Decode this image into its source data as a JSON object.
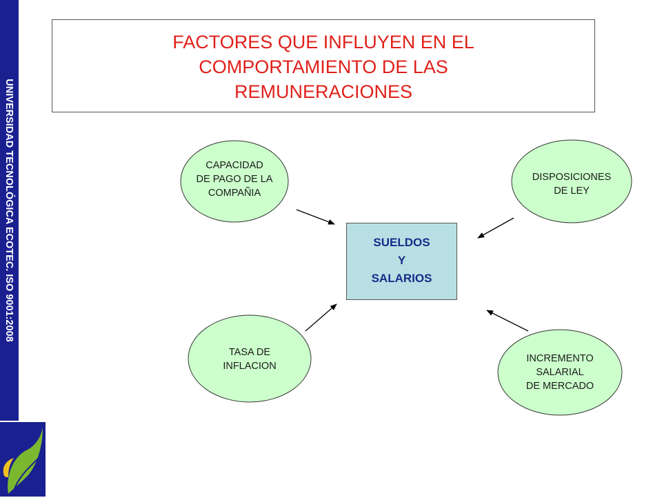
{
  "sidebar": {
    "text": "UNIVERSIDAD TECNOLÓGICA ECOTEC. ISO 9001:2008"
  },
  "title": "FACTORES QUE INFLUYEN EN EL\nCOMPORTAMIENTO DE LAS\nREMUNERACIONES",
  "center": "SUELDOS\nY\nSALARIOS",
  "factors": {
    "capacidad": "CAPACIDAD\nDE PAGO DE LA\nCOMPAÑIA",
    "disposiciones": "DISPOSICIONES\nDE LEY",
    "tasa": "TASA DE\nINFLACION",
    "incremento": "INCREMENTO\nSALARIAL\nDE MERCADO"
  },
  "colors": {
    "sidebar": "#1a2090",
    "title_text": "#e0201a",
    "ellipse_fill": "#ccffcc",
    "center_fill": "#b8e0e4",
    "center_text": "#1a2a8a",
    "logo_green": "#7cb82f",
    "logo_yellow": "#f0c020"
  }
}
